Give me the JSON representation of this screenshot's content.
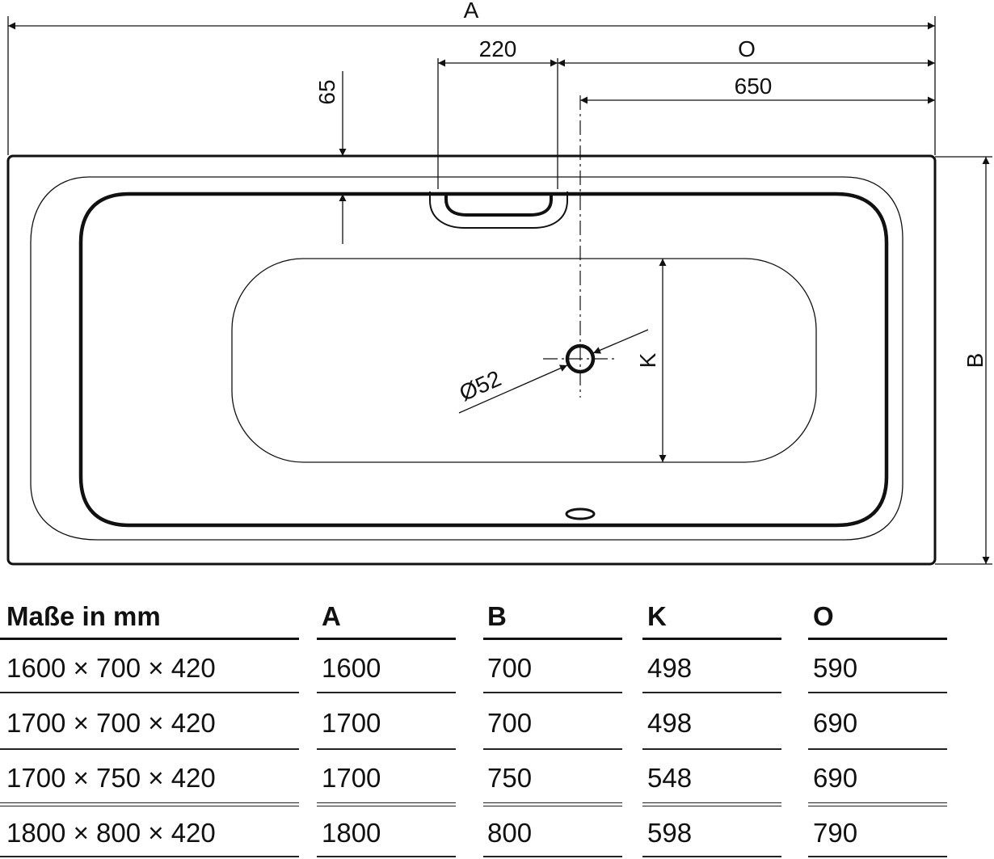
{
  "dimensions": {
    "overall_length": "A",
    "overall_width": "B",
    "drain_offset": "O",
    "drain_position": "K",
    "handle_width": "220",
    "handle_inset": "65",
    "drain_from_end": "650",
    "drain_diameter": "Ø52"
  },
  "table": {
    "headers": [
      "Maße in mm",
      "A",
      "B",
      "K",
      "O"
    ],
    "rows": [
      [
        "1600 × 700 × 420",
        "1600",
        "700",
        "498",
        "590"
      ],
      [
        "1700 × 700 × 420",
        "1700",
        "700",
        "498",
        "690"
      ],
      [
        "1700 × 750 × 420",
        "1700",
        "750",
        "548",
        "690"
      ],
      [
        "1800 × 800 × 420",
        "1800",
        "800",
        "598",
        "790"
      ]
    ]
  },
  "colors": {
    "line": "#111111",
    "background": "#ffffff"
  }
}
